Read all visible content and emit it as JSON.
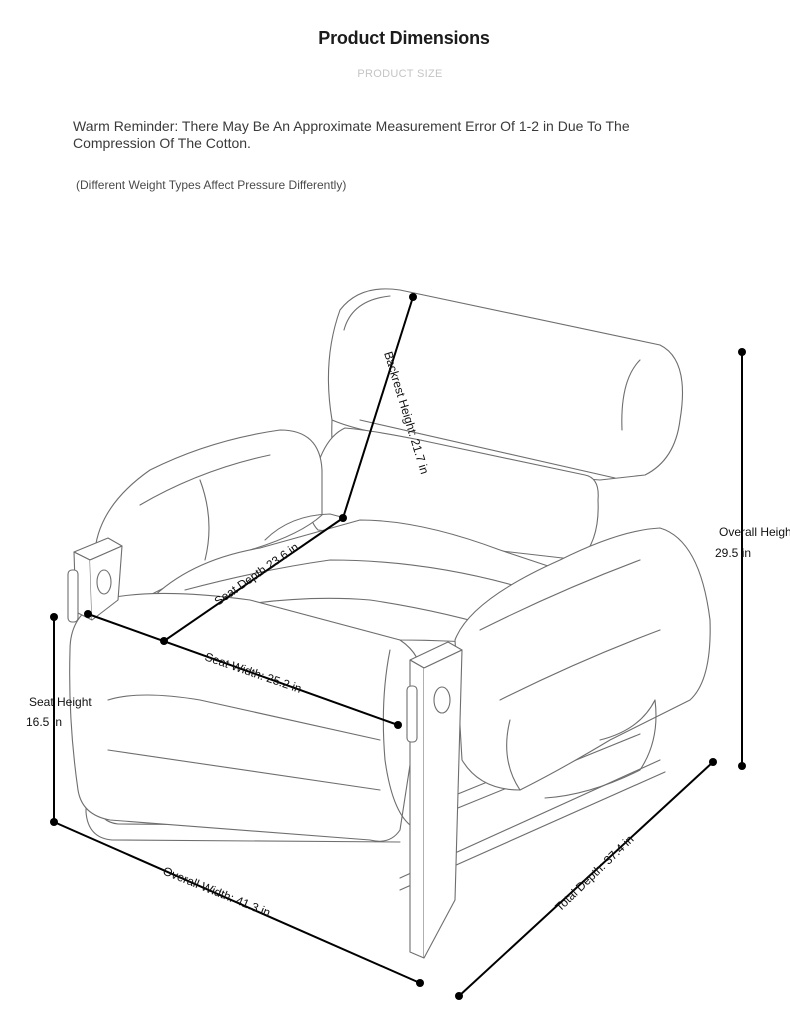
{
  "header": {
    "title": "Product Dimensions",
    "subtitle": "PRODUCT SIZE"
  },
  "reminder": {
    "line1": "Warm Reminder: There May Be An Approximate Measurement Error Of 1-2 in Due To The",
    "line2": "Compression Of The Cotton."
  },
  "note": "(Different Weight Types Affect Pressure Differently)",
  "dimensions": {
    "backrest_height": "Backrest Height: 21.7 in",
    "seat_depth": "Seat Depth 23.6 in",
    "seat_width": "Seat Width: 25.2 in",
    "overall_height_label": "Overall Heigh",
    "overall_height_value": "29.5 in",
    "seat_height_label": "Seat Height",
    "seat_height_value": "16.5 in",
    "overall_width": "Overall Width: 41.3 in",
    "total_depth": "Total Depth: 37.4 in"
  }
}
